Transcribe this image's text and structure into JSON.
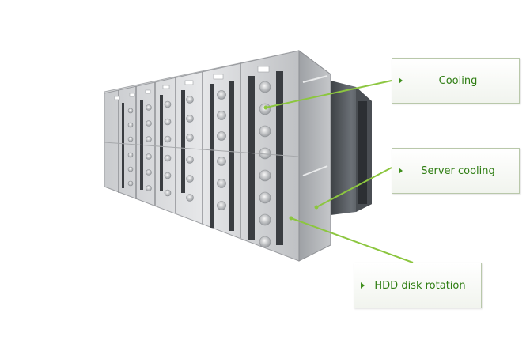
{
  "callouts": {
    "cooling": "Cooling",
    "server_cooling": "Server cooling",
    "hdd_rotation": "HDD disk rotation"
  },
  "colors": {
    "leader_line": "#8cc63f",
    "label_text": "#2e7d12",
    "rack_metal": "#b4b6b9",
    "cooler": "#5c6065"
  },
  "icons": {
    "callout_marker": "triangle-right-icon",
    "rack": "server-rack-illustration"
  }
}
